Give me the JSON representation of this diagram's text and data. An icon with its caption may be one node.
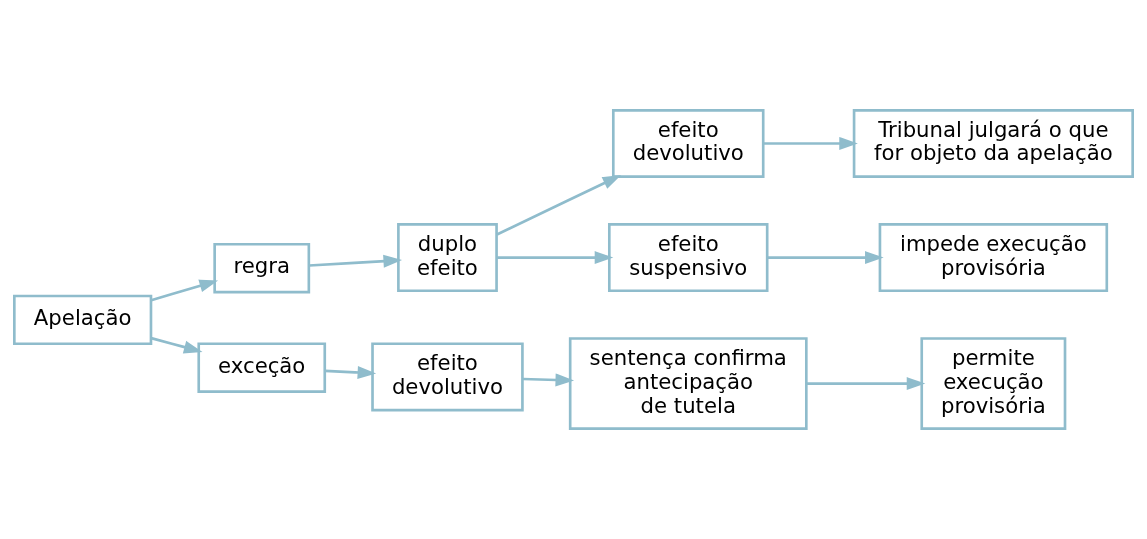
{
  "diagram": {
    "nodes": [
      {
        "text": [
          "Apelação"
        ]
      },
      {
        "text": [
          "regra"
        ]
      },
      {
        "text": [
          "duplo efeito"
        ]
      },
      {
        "text": [
          "efeito devolutivo"
        ]
      },
      {
        "text": [
          "Tribunal julgará o que for objeto da apelação"
        ]
      },
      {
        "text": [
          "efeito suspensivo"
        ]
      },
      {
        "text": [
          "impede execução provisória"
        ]
      },
      {
        "text": [
          "exceção"
        ]
      },
      {
        "text": [
          "efeito devolutivo"
        ]
      },
      {
        "text": [
          "sentença confirma antecipação de tutela"
        ]
      },
      {
        "text": [
          "permite execução provisória"
        ]
      }
    ],
    "edges": [
      {
        "from": 0,
        "to": 1,
        "arrow": "to"
      },
      {
        "from": 0,
        "to": 7,
        "arrow": "to"
      },
      {
        "from": 1,
        "to": 2,
        "arrow": "to"
      },
      {
        "from": 2,
        "to": 3,
        "arrow": "to"
      },
      {
        "from": 2,
        "to": 5,
        "arrow": "to"
      },
      {
        "from": 3,
        "to": 4,
        "arrow": "to"
      },
      {
        "from": 5,
        "to": 6,
        "arrow": "to"
      },
      {
        "from": 7,
        "to": 8,
        "arrow": "to"
      },
      {
        "from": 8,
        "to": 9,
        "arrow": "to"
      },
      {
        "from": 9,
        "to": 10,
        "arrow": "to"
      }
    ]
  }
}
